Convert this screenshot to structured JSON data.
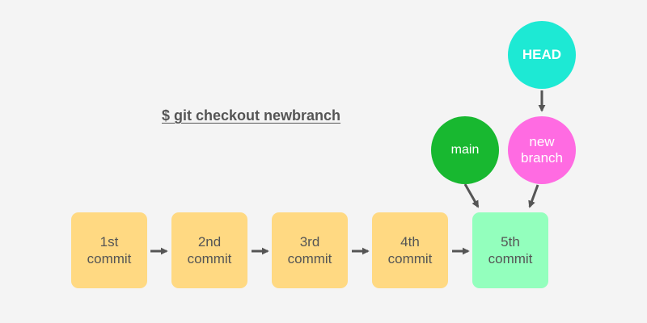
{
  "command": "$ git checkout newbranch",
  "commits": [
    {
      "label": "1st\ncommit"
    },
    {
      "label": "2nd\ncommit"
    },
    {
      "label": "3rd\ncommit"
    },
    {
      "label": "4th\ncommit"
    },
    {
      "label": "5th\ncommit"
    }
  ],
  "refs": {
    "head": "HEAD",
    "main": "main",
    "branch": "new\nbranch"
  },
  "colors": {
    "commit": "#ffd982",
    "current_commit": "#93ffbd",
    "head": "#1de9d4",
    "main": "#18b830",
    "branch": "#ff6be2",
    "arrow": "#555555",
    "background": "#f4f4f4"
  }
}
